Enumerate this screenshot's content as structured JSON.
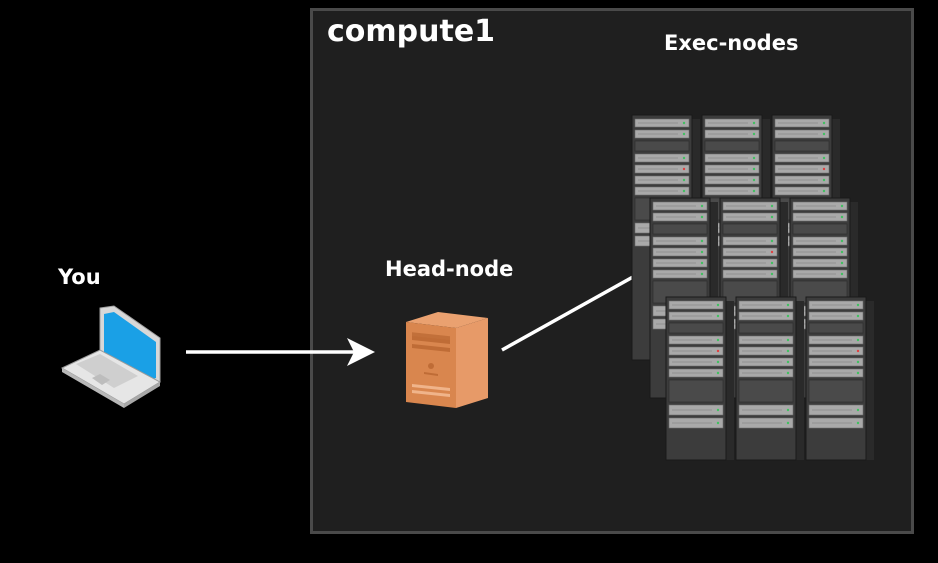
{
  "diagram": {
    "cluster_name": "compute1",
    "exec_nodes_label": "Exec-nodes",
    "head_node_label": "Head-node",
    "user_label": "You"
  },
  "colors": {
    "background": "#000000",
    "cluster_box": "#1f1f1f",
    "cluster_border": "#4a4a4a",
    "laptop_screen": "#1aa0e6",
    "head_node_orange": "#d9864e",
    "arrow": "#ffffff"
  },
  "icons": {
    "user_device": "laptop-icon",
    "head_node": "server-tower-icon",
    "exec_nodes": "server-rack-icon"
  },
  "connections": [
    {
      "from": "user_label",
      "to": "head_node_label"
    },
    {
      "from": "head_node_label",
      "to": "exec_nodes_label"
    }
  ]
}
